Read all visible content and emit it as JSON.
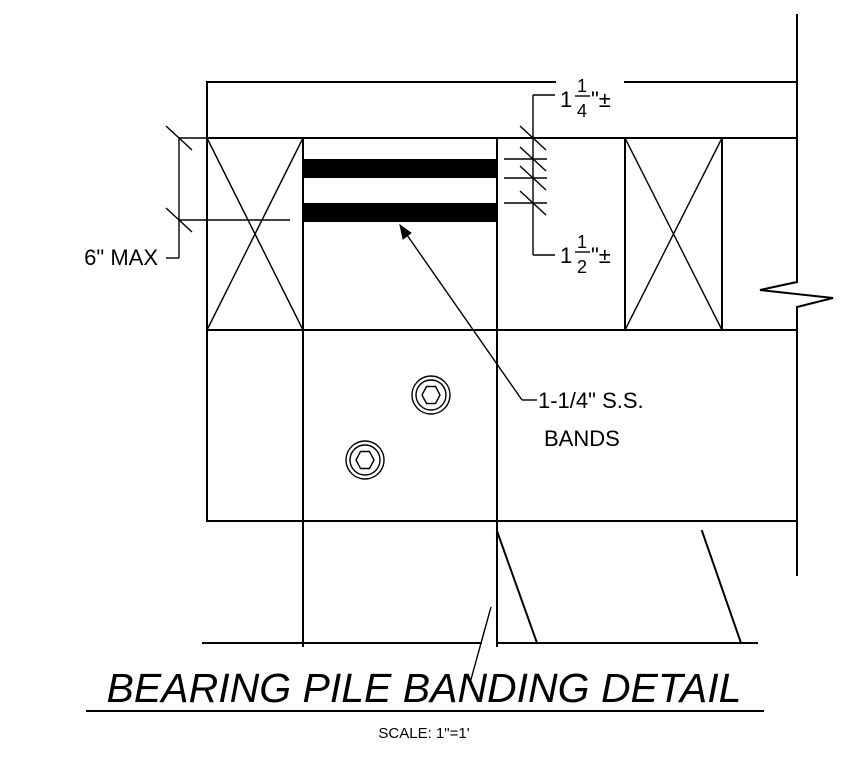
{
  "detail": {
    "title": "BEARING PILE BANDING DETAIL",
    "scale": "SCALE: 1\"=1'"
  },
  "dimensions": {
    "top_whole": "1",
    "top_num": "1",
    "top_den": "4",
    "top_suffix": "\"±",
    "bottom_whole": "1",
    "bottom_num": "1",
    "bottom_den": "2",
    "bottom_suffix": "\"±",
    "max_spacing": "6\" MAX"
  },
  "callouts": {
    "bands_line1": "1-1/4\" S.S.",
    "bands_line2": "BANDS"
  }
}
